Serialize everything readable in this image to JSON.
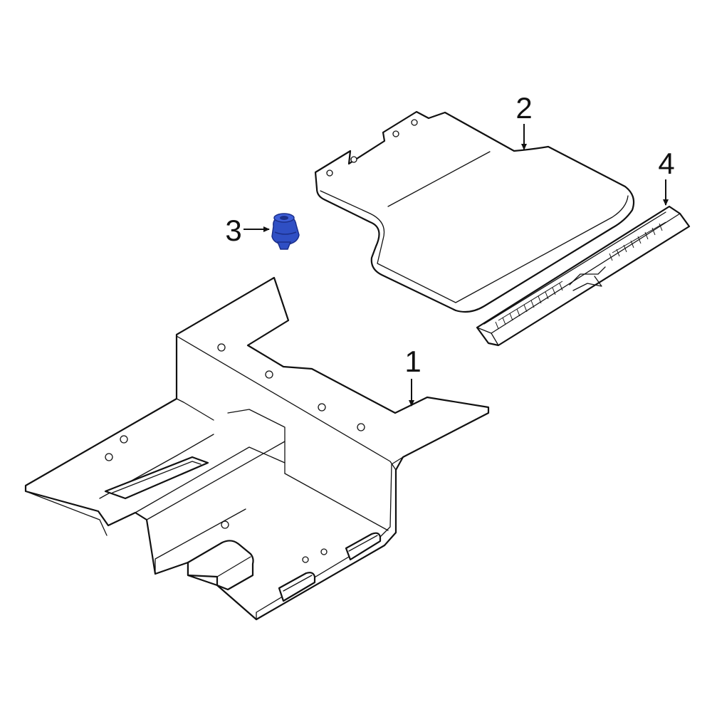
{
  "callouts": [
    {
      "id": "1",
      "label": "1"
    },
    {
      "id": "2",
      "label": "2"
    },
    {
      "id": "3",
      "label": "3"
    },
    {
      "id": "4",
      "label": "4"
    }
  ],
  "colors": {
    "line": "#111111",
    "highlight_part": "#2f4fc4",
    "highlight_part_dark": "#1b2f8a",
    "background": "#ffffff"
  }
}
